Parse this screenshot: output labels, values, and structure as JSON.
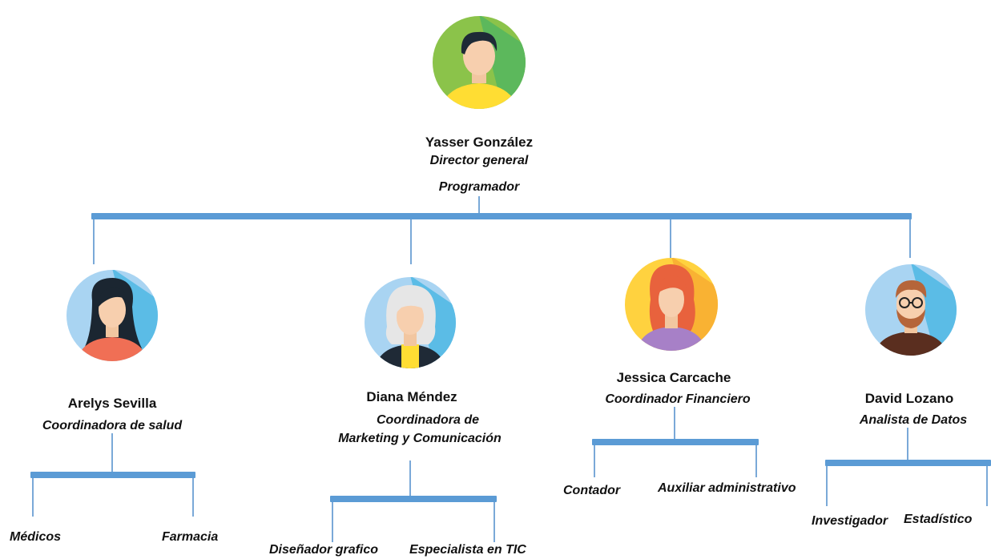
{
  "root": {
    "name": "Yasser González",
    "role_line1": "Director general",
    "role_line2": "Programador"
  },
  "managers": [
    {
      "name": "Arelys Sevilla",
      "role": "Coordinadora de salud",
      "subordinates": [
        "Médicos",
        "Farmacia"
      ]
    },
    {
      "name": "Diana Méndez",
      "role_line1": "Coordinadora de",
      "role_line2": "Marketing y  Comunicación",
      "subordinates": [
        "Diseñador grafico",
        "Especialista en TIC"
      ]
    },
    {
      "name": "Jessica Carcache",
      "role": "Coordinador Financiero",
      "subordinates": [
        "Contador",
        "Auxiliar administrativo"
      ]
    },
    {
      "name": "David Lozano",
      "role": "Analista de Datos",
      "subordinates": [
        "Investigador",
        "Estadístico"
      ]
    }
  ],
  "colors": {
    "connector": "#5b9bd5"
  }
}
